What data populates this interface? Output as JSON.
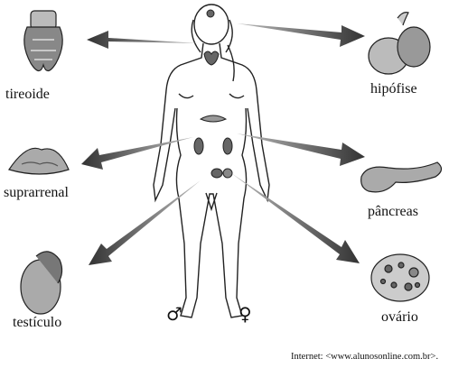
{
  "labels": {
    "tireoide": "tireoide",
    "suprarrenal": "suprarrenal",
    "testiculo": "testículo",
    "hipofise": "hipófise",
    "pancreas": "pâncreas",
    "ovario": "ovário"
  },
  "symbols": {
    "male": "♂",
    "female": "♀"
  },
  "credit": "Internet: <www.alunosonline.com.br>."
}
